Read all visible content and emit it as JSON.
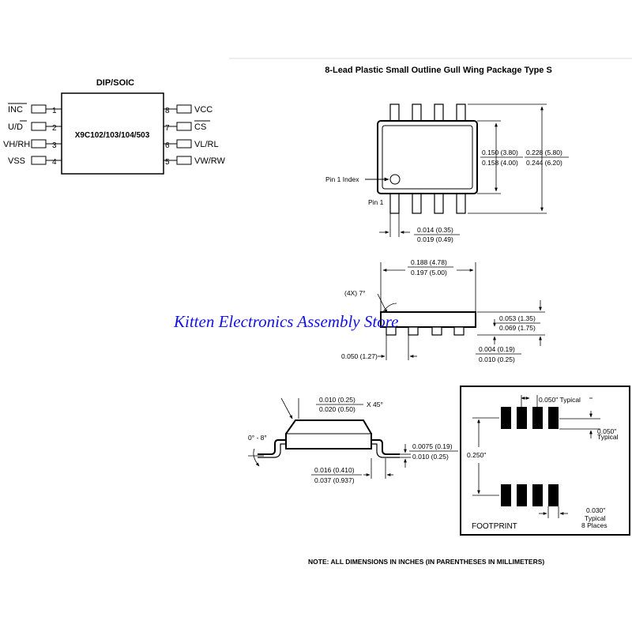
{
  "pinout": {
    "title": "DIP/SOIC",
    "chip_label": "X9C102/103/104/503",
    "left_pins": [
      {
        "num": "1",
        "name": "INC"
      },
      {
        "num": "2",
        "name": "U/D"
      },
      {
        "num": "3",
        "name": "VH/RH"
      },
      {
        "num": "4",
        "name": "VSS"
      }
    ],
    "right_pins": [
      {
        "num": "8",
        "name": "VCC"
      },
      {
        "num": "7",
        "name": "CS"
      },
      {
        "num": "6",
        "name": "VL/RL"
      },
      {
        "num": "5",
        "name": "VW/RW"
      }
    ]
  },
  "package": {
    "title": "8-Lead Plastic Small Outline Gull Wing Package Type S",
    "top_view": {
      "pin1_index_label": "Pin 1 Index",
      "pin1_label": "Pin 1",
      "width_dim": [
        "0.150 (3.80)",
        "0.158 (4.00)"
      ],
      "overall_dim": [
        "0.228 (5.80)",
        "0.244 (6.20)"
      ],
      "lead_width_dim": [
        "0.014 (0.35)",
        "0.019 (0.49)"
      ]
    },
    "side_view": {
      "length_dim": [
        "0.188 (4.78)",
        "0.197 (5.00)"
      ],
      "angle_label": "(4X) 7°",
      "height_dim": [
        "0.053 (1.35)",
        "0.069 (1.75)"
      ],
      "standoff_dim": [
        "0.004 (0.19)",
        "0.010 (0.25)"
      ],
      "pitch_dim": "0.050 (1.27)"
    },
    "end_view": {
      "chamfer_dim": [
        "0.010 (0.25)",
        "0.020 (0.50)"
      ],
      "chamfer_suffix": "X 45°",
      "angle_label": "0° - 8°",
      "thickness_dim": [
        "0.0075 (0.19)",
        "0.010 (0.25)"
      ],
      "foot_dim": [
        "0.016 (0.410)",
        "0.037 (0.937)"
      ]
    },
    "footprint": {
      "pitch_label": "0.050\" Typical",
      "pad_len_label": [
        "0.050\"",
        "Typical"
      ],
      "span_label": "0.250\"",
      "pad_width_label": [
        "0.030\"",
        "Typical",
        "8 Places"
      ],
      "title": "FOOTPRINT"
    },
    "note": "NOTE: ALL DIMENSIONS IN INCHES (IN PARENTHESES IN MILLIMETERS)"
  },
  "watermark": "Kitten Electronics Assembly Store"
}
